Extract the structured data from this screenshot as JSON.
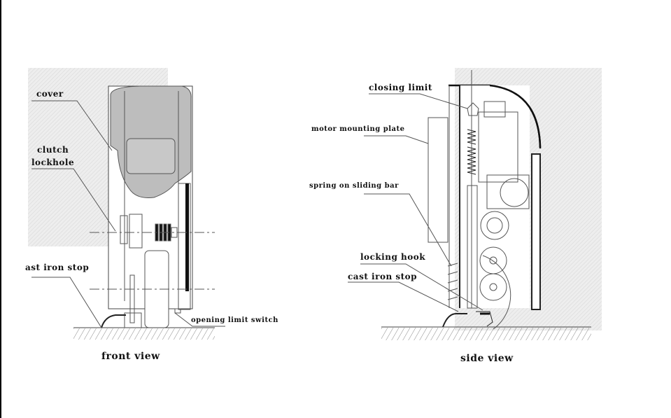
{
  "front_view": {
    "caption": "front view",
    "labels": {
      "cover": "cover",
      "clutch": "clutch",
      "lockhole": "lockhole",
      "cast_iron_stop": "ast iron stop",
      "opening_limit_switch": "opening limit switch"
    }
  },
  "side_view": {
    "caption": "side view",
    "labels": {
      "closing_limit": "closing limit",
      "motor_mounting_plate": "motor mounting plate",
      "spring_on_sliding_bar": "spring on sliding bar",
      "locking_hook": "locking hook",
      "cast_iron_stop": "cast iron stop"
    }
  }
}
